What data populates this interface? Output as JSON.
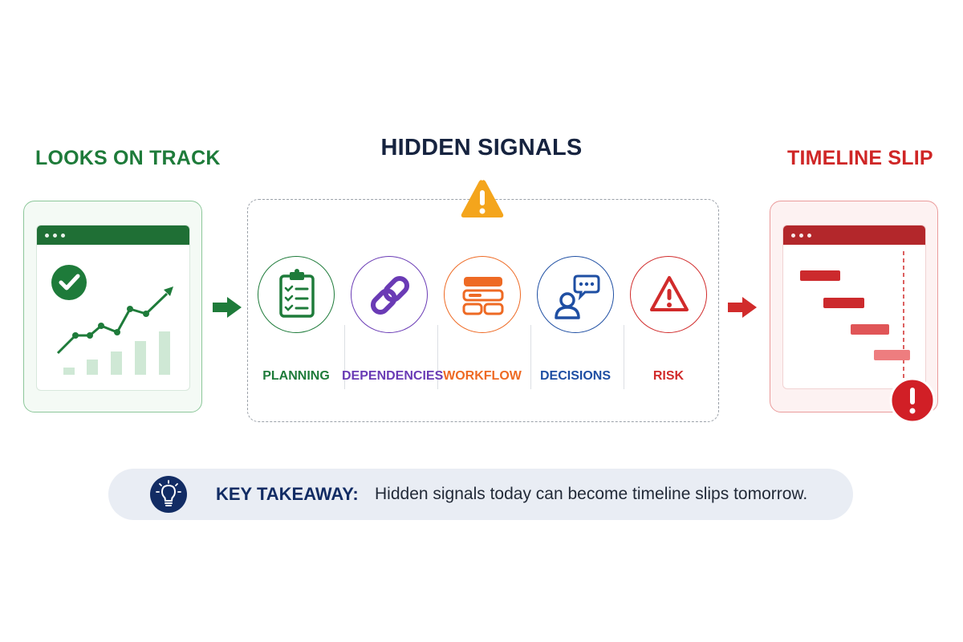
{
  "left_panel": {
    "heading": "LOOKS ON TRACK"
  },
  "middle_panel": {
    "heading": "HIDDEN SIGNALS",
    "signals": [
      {
        "label": "PLANNING",
        "icon": "clipboard-checklist-icon",
        "color": "#1e7b3a"
      },
      {
        "label": "DEPENDENCIES",
        "icon": "chain-link-icon",
        "color": "#6a3bb5"
      },
      {
        "label": "WORKFLOW",
        "icon": "workflow-blocks-icon",
        "color": "#ee6a24"
      },
      {
        "label": "DECISIONS",
        "icon": "person-speech-bubble-icon",
        "color": "#1f4fa3"
      },
      {
        "label": "RISK",
        "icon": "warning-triangle-icon",
        "color": "#d12b2b"
      }
    ]
  },
  "right_panel": {
    "heading": "TIMELINE SLIP"
  },
  "takeaway": {
    "label": "KEY TAKEAWAY:",
    "text": "Hidden signals today can become timeline slips tomorrow."
  },
  "colors": {
    "green": "#1e7b3a",
    "navy": "#16233f",
    "red": "#cf2626",
    "warning_amber": "#f4a51c"
  }
}
